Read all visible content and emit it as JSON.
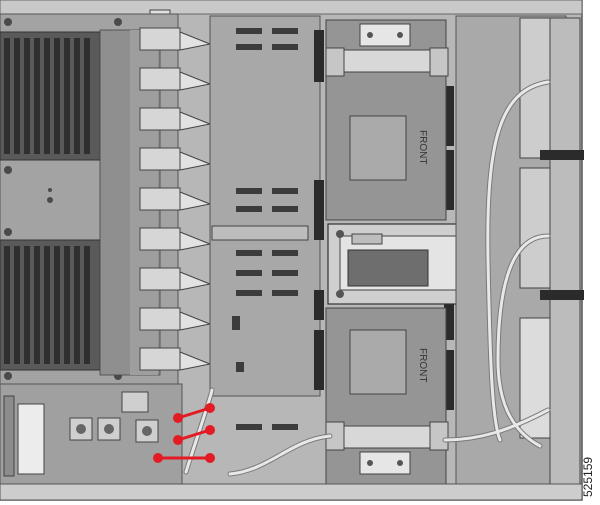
{
  "labels": {
    "front_top": "FRONT",
    "front_bottom": "FRONT",
    "figure_number": "525159"
  },
  "colors": {
    "board": "#9c9c9c",
    "board_dark": "#7d7d7d",
    "chassis": "#b9b9b9",
    "connector": "#dcdcdc",
    "cable": "#e6e6e6",
    "highlight": "#e31b23",
    "heatsink_fin": "#3a3a3a"
  }
}
